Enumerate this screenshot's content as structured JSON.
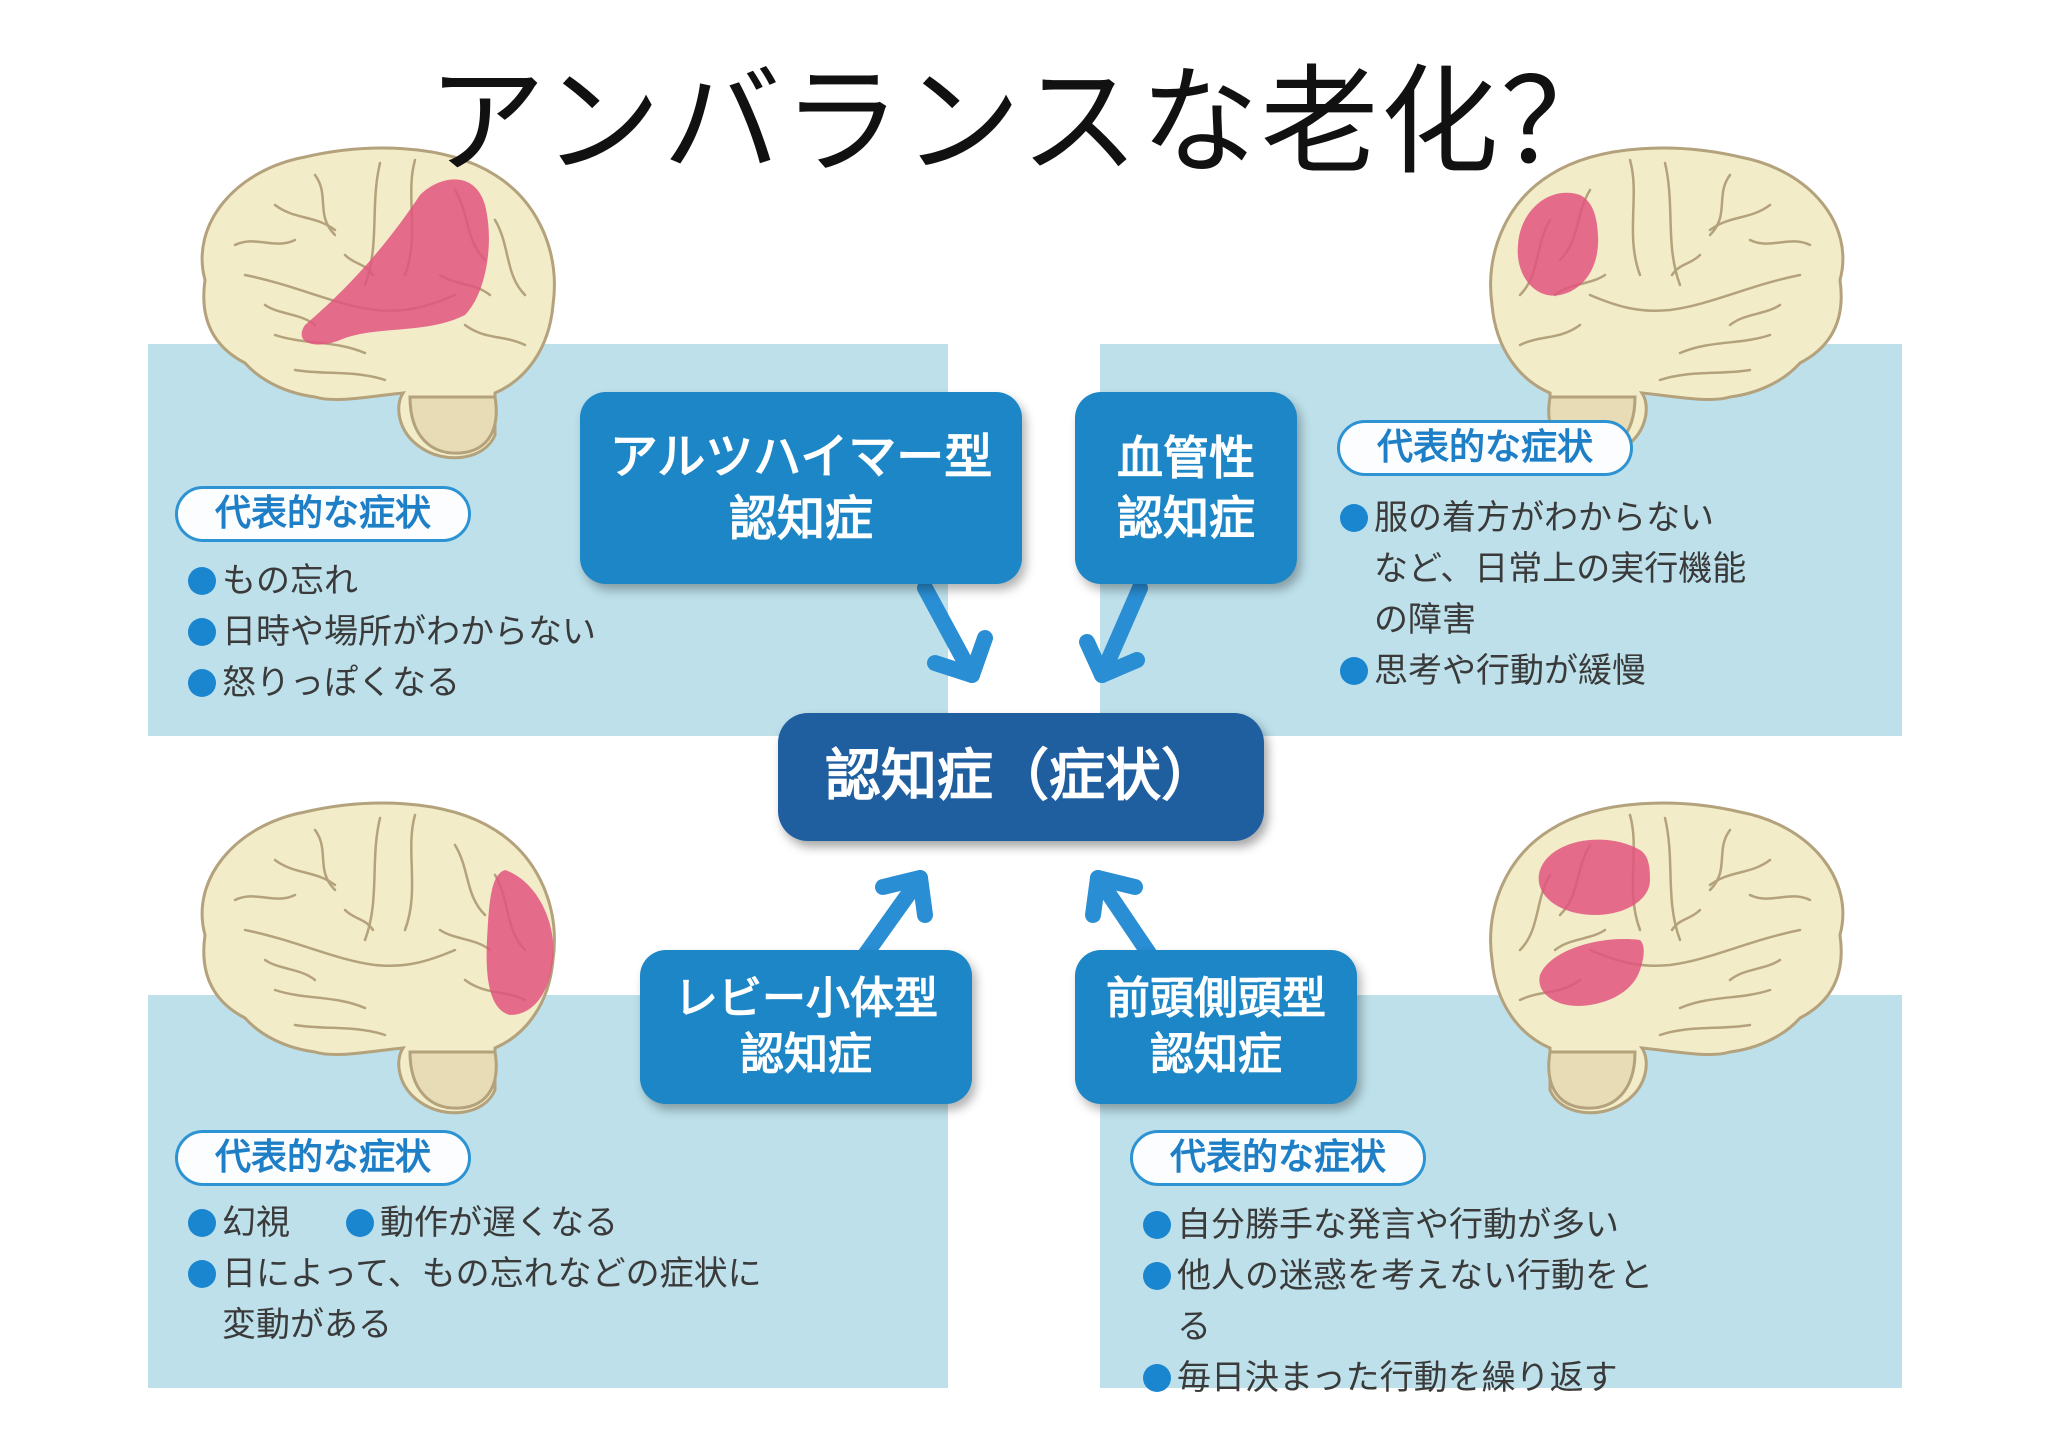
{
  "title": "アンバランスな老化？",
  "colors": {
    "panel": "#bde0ea",
    "dementia_box": "#1c86c6",
    "center_box": "#1f5fa0",
    "bullet": "#1b86d0",
    "affected_area": "#e2557f"
  },
  "center": {
    "label": "認知症（症状）"
  },
  "types": {
    "alzheimer": {
      "line1": "アルツハイマー型",
      "line2": "認知症"
    },
    "vascular": {
      "line1": "血管性",
      "line2": "認知症"
    },
    "lewy": {
      "line1": "レビー小体型",
      "line2": "認知症"
    },
    "frontotemporal": {
      "line1": "前頭側頭型",
      "line2": "認知症"
    }
  },
  "symptom_heading": "代表的な症状",
  "symptoms": {
    "alzheimer": [
      "もの忘れ",
      "日時や場所がわからない",
      "怒りっぽくなる"
    ],
    "vascular": {
      "item1_line1": "服の着方がわからない",
      "item1_line2": "など、日常上の実行機能",
      "item1_line3": "の障害",
      "item2": "思考や行動が緩慢"
    },
    "lewy": {
      "item1": "幻視",
      "item2": "動作が遅くなる",
      "item3_line1": "日によって、もの忘れなどの症状に",
      "item3_line2": "変動がある"
    },
    "frontotemporal": {
      "item1": "自分勝手な発言や行動が多い",
      "item2_line1": "他人の迷惑を考えない行動をと",
      "item2_line2": "る",
      "item3": "毎日決まった行動を繰り返す"
    }
  }
}
